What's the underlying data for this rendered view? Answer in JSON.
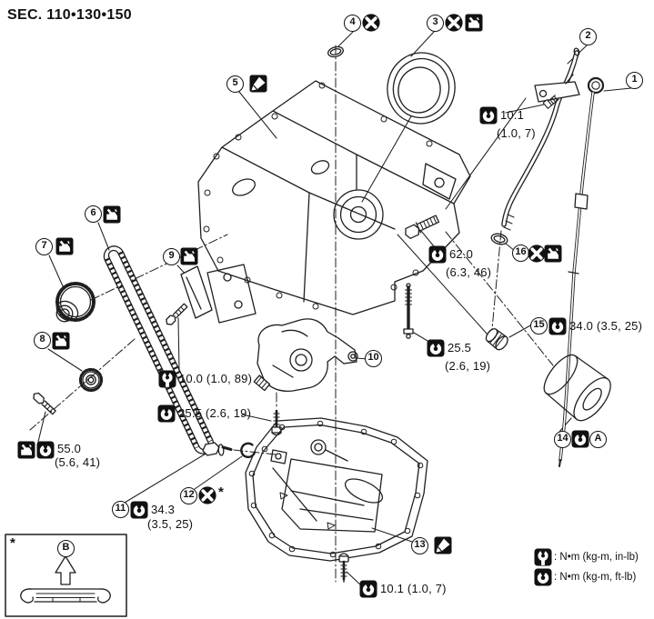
{
  "title": "SEC. 110•130•150",
  "marks": {
    "star": "*"
  },
  "letters": {
    "a": "A",
    "b": "B"
  },
  "callouts": {
    "c1": "1",
    "c2": "2",
    "c3": "3",
    "c4": "4",
    "c5": "5",
    "c6": "6",
    "c7": "7",
    "c8": "8",
    "c9": "9",
    "c10": "10",
    "c11": "11",
    "c12": "12",
    "c13": "13",
    "c14": "14",
    "c15": "15",
    "c16": "16"
  },
  "torques": {
    "dipstick_tube_bracket_bolt": {
      "l1": "10.1",
      "l2": "(1.0, 7)"
    },
    "cylinder_block_bolt": {
      "l1": "62.0",
      "l2": "(6.3, 46)"
    },
    "block_stud": {
      "l1": "25.5",
      "l2": "(2.6, 19)"
    },
    "oil_filter_connector": {
      "l1": "34.0 (3.5, 25)"
    },
    "chain_tensioner_bolt": {
      "l1": "10.0 (1.0, 89)"
    },
    "oil_pump_bolt": {
      "l1": "25.5 (2.6, 19)"
    },
    "pump_sprocket_bolt": {
      "l1": "55.0",
      "l2": "(5.6, 41)"
    },
    "drain_plug": {
      "l1": "34.3",
      "l2": "(3.5, 25)"
    },
    "oil_pan_bolt": {
      "l1": "10.1 (1.0, 7)"
    }
  },
  "legend": {
    "in_lb": ": N•m (kg-m, in-lb)",
    "ft_lb": ": N•m (kg-m, ft-lb)"
  },
  "icons": {
    "replace": "replace-icon",
    "oil": "engine-oil-icon",
    "sealant": "liquid-gasket-icon",
    "torque_ft": "torque-ftlb-icon",
    "torque_in": "torque-inlb-icon"
  }
}
